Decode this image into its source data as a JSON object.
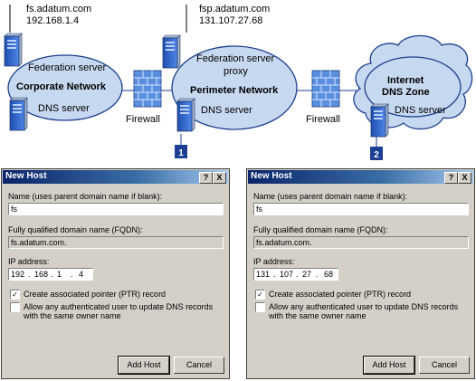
{
  "diagram": {
    "corporate": {
      "host_name": "fs.adatum.com",
      "host_ip": "192.168.1.4",
      "network_label": "Corporate Network",
      "federation_label": "Federation server",
      "dns_label": "DNS server"
    },
    "perimeter": {
      "host_name": "fsp.adatum.com",
      "host_ip": "131.107.27.68",
      "network_label": "Perimeter Network",
      "proxy_label_line1": "Federation server",
      "proxy_label_line2": "proxy",
      "dns_label": "DNS server"
    },
    "internet": {
      "zone_label_line1": "Internet",
      "zone_label_line2": "DNS Zone",
      "dns_label": "DNS server"
    },
    "firewall_left_label": "Firewall",
    "firewall_right_label": "Firewall",
    "marker_1": "1",
    "marker_2": "2"
  },
  "dialogs": [
    {
      "title": "New Host",
      "help_glyph": "?",
      "close_glyph": "X",
      "name_label": "Name (uses parent domain name if blank):",
      "name_value": "fs",
      "fqdn_label": "Fully qualified domain name (FQDN):",
      "fqdn_value": "fs.adatum.com.",
      "ip_label": "IP address:",
      "ip_octets": [
        "192",
        "168",
        "1",
        "4"
      ],
      "ptr_label": "Create associated pointer (PTR) record",
      "ptr_checked": "✓",
      "allow_label": "Allow any authenticated user to update DNS records with the same owner name",
      "add_host_label": "Add Host",
      "cancel_label": "Cancel"
    },
    {
      "title": "New Host",
      "help_glyph": "?",
      "close_glyph": "X",
      "name_label": "Name (uses parent domain name if blank):",
      "name_value": "fs",
      "fqdn_label": "Fully qualified domain name (FQDN):",
      "fqdn_value": "fs.adatum.com.",
      "ip_label": "IP address:",
      "ip_octets": [
        "131",
        "107",
        "27",
        "68"
      ],
      "ptr_label": "Create associated pointer (PTR) record",
      "ptr_checked": "✓",
      "allow_label": "Allow any authenticated user to update DNS records with the same owner name",
      "add_host_label": "Add Host",
      "cancel_label": "Cancel"
    }
  ],
  "colors": {
    "network_fill": "#c7d9f0",
    "network_stroke": "#1b3f8f",
    "server_blue": "#2b63c6",
    "marker_fill": "#1c3f94"
  }
}
